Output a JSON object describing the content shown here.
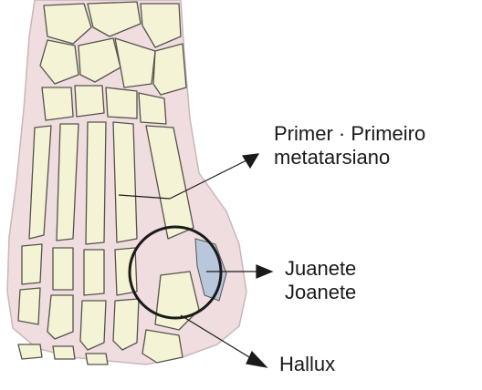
{
  "labels": {
    "first_metatarsal": {
      "line1": "Primer · Primeiro",
      "line2": "metatarsiano"
    },
    "bunion": {
      "line1": "Juanete",
      "line2": "Joanete"
    },
    "hallux": {
      "text": "Hallux"
    }
  },
  "colors": {
    "skin": "#efdde0",
    "skin_outline": "#c9b7ba",
    "bone": "#f5f3d6",
    "bone_outline": "#55544a",
    "bunion_highlight": "#b9c7dd",
    "ink": "#1a1a1a"
  }
}
